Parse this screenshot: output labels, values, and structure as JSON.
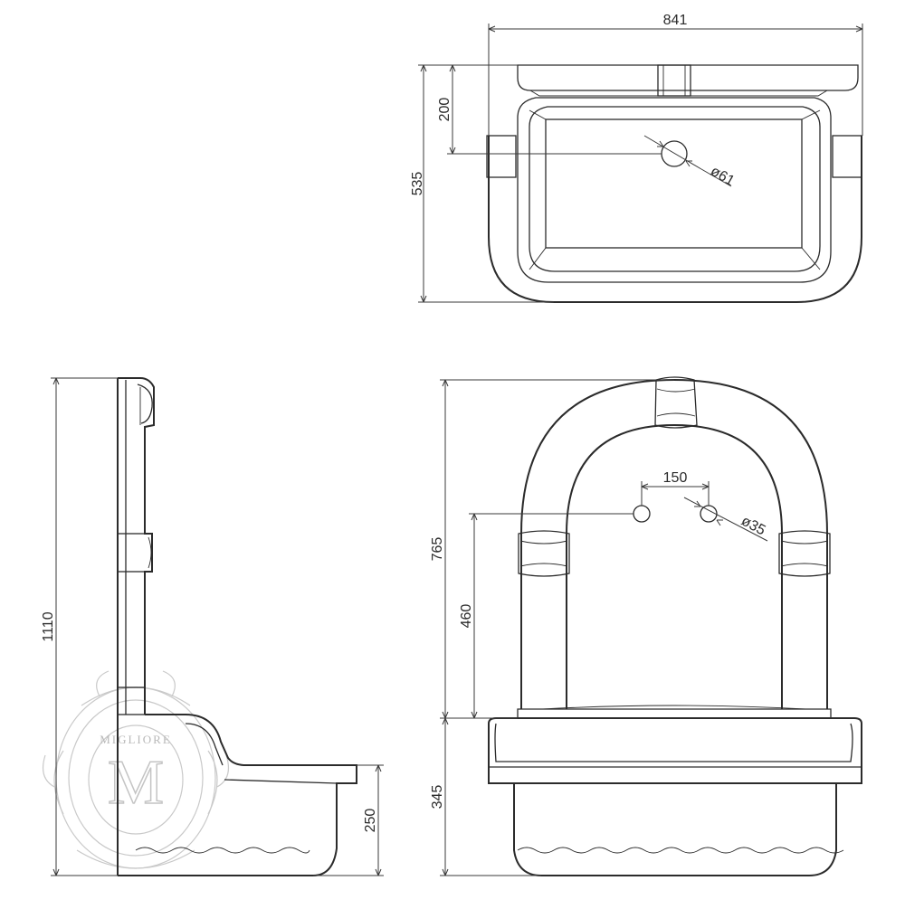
{
  "top_view": {
    "width": "841",
    "depth": "535",
    "drain_offset": "200",
    "drain_diameter": "ø61"
  },
  "side_view": {
    "total_height": "1110",
    "basin_height": "250"
  },
  "front_view": {
    "backsplash_height": "765",
    "tap_height": "460",
    "tap_spacing": "150",
    "tap_hole_diameter": "ø35",
    "basin_height": "345"
  },
  "watermark": {
    "brand_text": "MIGLIORE",
    "monogram": "M"
  }
}
